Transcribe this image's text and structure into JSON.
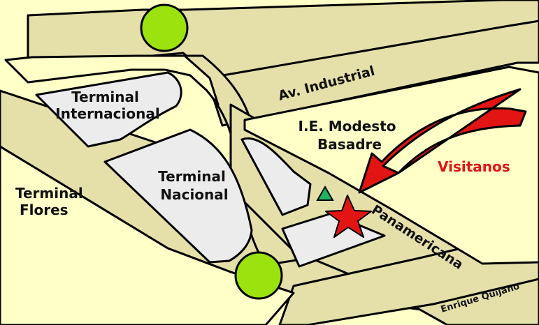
{
  "map": {
    "colors": {
      "land": "#ffffc8",
      "road": "#e5e0aa",
      "block": "#ececec",
      "outline": "#000000",
      "roundabout": "#9be20e",
      "accent": "#e31414",
      "triangle": "#1fb35e"
    },
    "labels": {
      "terminal_internacional": [
        "Terminal",
        "Internacional"
      ],
      "terminal_nacional": [
        "Terminal",
        "Nacional"
      ],
      "terminal_flores": [
        "Terminal",
        "Flores"
      ],
      "school": [
        "I.E. Modesto",
        "Basadre"
      ],
      "av_industrial": "Av. Industrial",
      "panamericana": "Panamericana",
      "enrique_quijano": "Enrique Quijano",
      "visitanos": "Visitanos"
    },
    "markers": {
      "location": "star-icon",
      "direction": "curved-arrow-icon",
      "point": "triangle-icon"
    }
  }
}
